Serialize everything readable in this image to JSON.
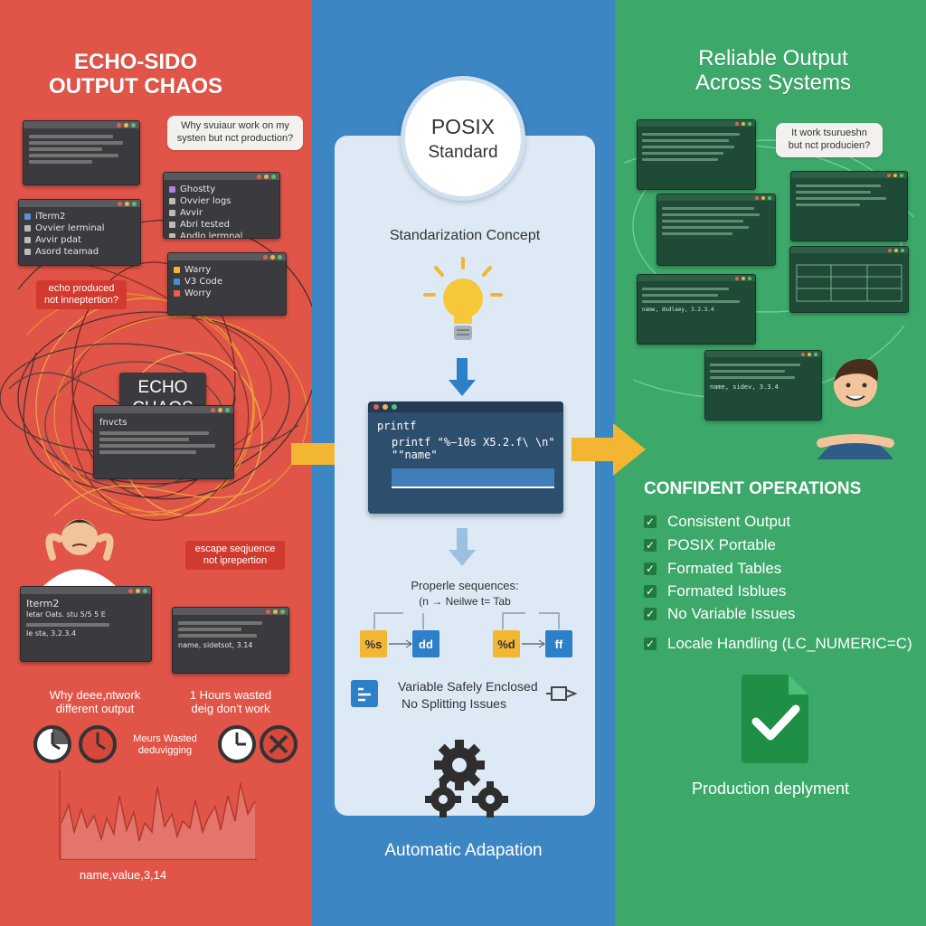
{
  "left": {
    "title_line1": "ECHO-SIDO",
    "title_line2": "OUTPUT CHAOS",
    "bubble_top": "Why svuiaur work on my systen but nct production?",
    "term_a": [
      "",
      "",
      "",
      ""
    ],
    "term_iterm": {
      "title": "iTerm2",
      "lines": [
        "Ovvier lerminal",
        "Avvir pdat",
        "Asord teamad"
      ]
    },
    "term_ghostty": {
      "title": "Ghostty",
      "lines": [
        "Ovvier logs",
        "Avvir",
        "Abri tested",
        "Apdlo lermnal"
      ]
    },
    "term_warp": {
      "title": "Warry",
      "lines": [
        "V3 Code",
        "Worry"
      ]
    },
    "tag_echo": "echo produced not inneptertion?",
    "echo_chaos_line1": "ECHO",
    "echo_chaos_line2": "CHAOS",
    "term_mid": {
      "title": "fnvcts"
    },
    "tag_escape": "escape seqjuence not iprepertion",
    "term_iterm2_bottom": {
      "title": "Iterm2",
      "lines": [
        "Ietar Oats. stu 5/5 5 E",
        "Ie sta, 3.2.3.4"
      ]
    },
    "term_small": {
      "lines": [
        "name, sidetsot, 3.14"
      ]
    },
    "caption_left": "Why deee,ntwork different output",
    "caption_right": "1 Hours wasted deig don't work",
    "caption_meurs": "Meurs Wasted deduvigging",
    "chart_label": "name,value,3,14"
  },
  "middle": {
    "posix_line1": "POSIX",
    "posix_line2": "Standard",
    "concept": "Standarization Concept",
    "code_title": "printf",
    "code_line1": "printf \"%–10s X5.2.f\\ \\n\"",
    "code_line2": "\"\"name\"",
    "seq_title": "Properle sequences:",
    "seq_sub": "(n → Neilwe  t= Tab",
    "box1": "%s",
    "box2": "dd",
    "box3": "%d",
    "box4": "ff",
    "safe_line1": "Variable Safely Enclosed",
    "safe_line2": "No Splitting Issues",
    "footer": "Automatic Adapation"
  },
  "right": {
    "title_line1": "Reliable Output",
    "title_line2": "Across Systems",
    "bubble": "It work tsurueshn but nct producien?",
    "gterm_last": "name, sidev, 3.3.4",
    "gterm_mid": "name, dsdlaey, 3.2.3.4",
    "confident": "CONFIDENT OPERATIONS",
    "features": [
      "Consistent Output",
      "POSIX Portable",
      "Formated Tables",
      "Formated Isblues",
      "No Variable Issues",
      "Locale Handling (LC_NUMERIC=C)"
    ],
    "production": "Production deplyment"
  },
  "colors": {
    "left_bg": "#e05548",
    "mid_bg": "#3d86c4",
    "right_bg": "#3ca86a",
    "arrow": "#f2b632"
  }
}
